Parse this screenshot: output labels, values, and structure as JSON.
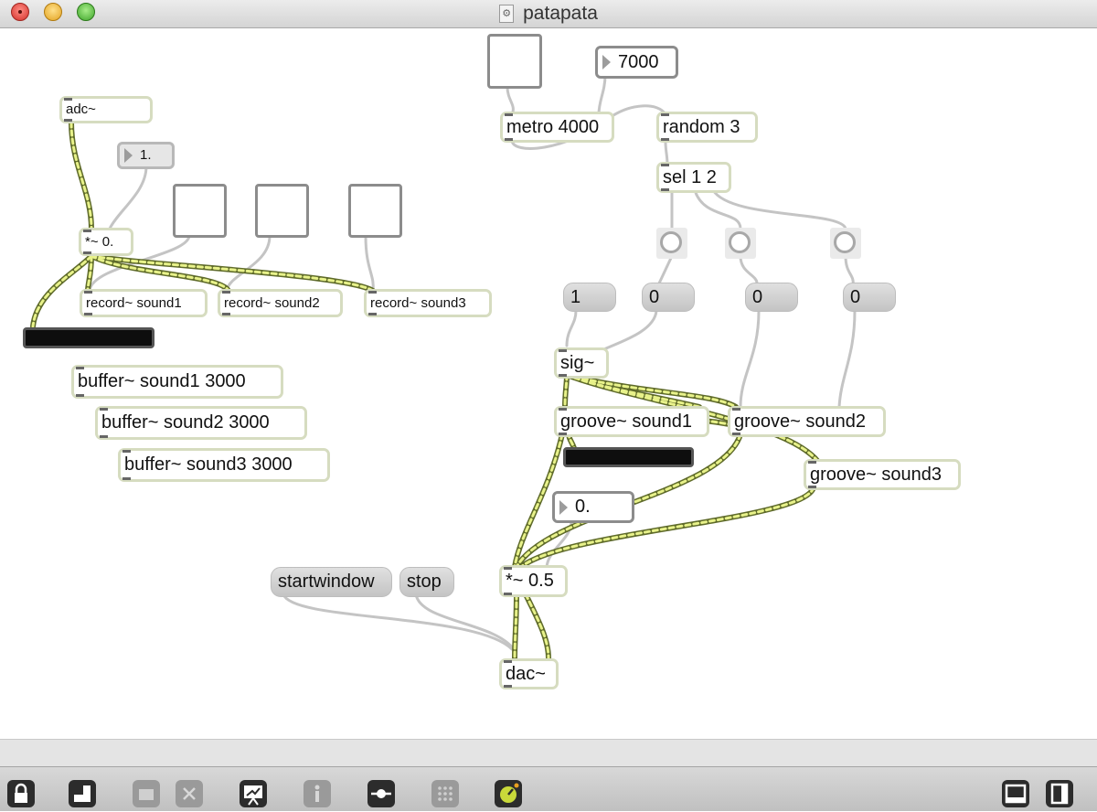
{
  "window": {
    "title": "patapata"
  },
  "left": {
    "adc": "adc~",
    "float_val": "1.",
    "mult": "*~ 0.",
    "rec1": "record~ sound1",
    "rec2": "record~ sound2",
    "rec3": "record~ sound3",
    "buf1": "buffer~ sound1 3000",
    "buf2": "buffer~ sound2 3000",
    "buf3": "buffer~ sound3 3000"
  },
  "right": {
    "int_val": "7000",
    "metro": "metro 4000",
    "random": "random 3",
    "sel": "sel 1 2",
    "msg1": "1",
    "msg0a": "0",
    "msg0b": "0",
    "msg0c": "0",
    "sig": "sig~",
    "groove1": "groove~ sound1",
    "groove2": "groove~ sound2",
    "groove3": "groove~ sound3",
    "float_val": "0.",
    "gain": "*~ 0.5",
    "dac": "dac~",
    "startwindow": "startwindow",
    "stop": "stop"
  },
  "toolbar": {
    "buttons": [
      "lock-icon",
      "presentation-icon",
      "clear-icon",
      "close-icon",
      "patcher-icon",
      "inspector-icon",
      "slider-icon",
      "grid-icon",
      "dsp-icon",
      "left-panel-icon",
      "right-panel-icon"
    ]
  }
}
